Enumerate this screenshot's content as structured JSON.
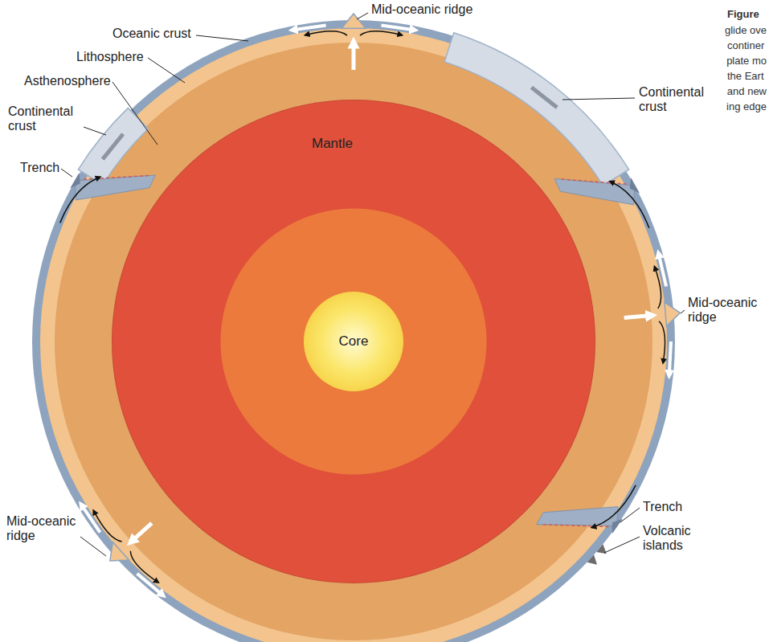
{
  "diagram": {
    "nodes": [
      {
        "text": [
          "Mantle"
        ]
      },
      {
        "text": [
          "Core"
        ],
        "in": 0
      }
    ],
    "labels": [
      "Mid-oceanic ridge",
      "Oceanic crust",
      "Lithosphere",
      "Asthenosphere",
      "Continental crust",
      "Trench",
      "Continental crust",
      "Mid-oceanic ridge",
      "Mid-oceanic ridge",
      "Trench",
      "Volcanic islands",
      "Figure",
      "glide ove",
      "continer",
      "plate mo",
      "the Eart",
      "and new",
      "ing edge"
    ]
  }
}
